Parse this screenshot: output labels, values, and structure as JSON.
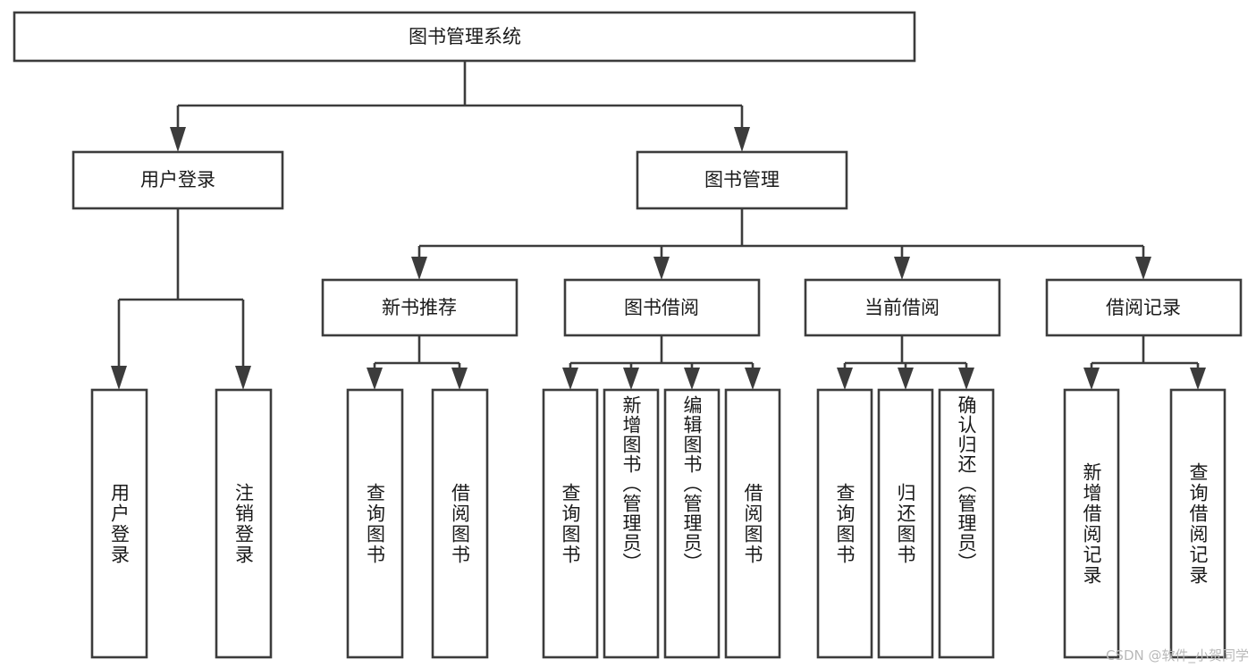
{
  "diagram": {
    "type": "tree",
    "title": "图书管理系统",
    "orientation": "top-down",
    "colors": {
      "box_fill": "#ffffff",
      "box_stroke": "#3c3c3c",
      "text": "#1a1a1a",
      "background": "#ffffff",
      "watermark": "#b9b9b9"
    },
    "root": {
      "label": "图书管理系统"
    },
    "level2": [
      {
        "label": "用户登录"
      },
      {
        "label": "图书管理"
      }
    ],
    "level3": [
      {
        "label": "新书推荐"
      },
      {
        "label": "图书借阅"
      },
      {
        "label": "当前借阅"
      },
      {
        "label": "借阅记录"
      }
    ],
    "leaves": {
      "user_login": [
        {
          "label": "用户登录"
        },
        {
          "label": "注销登录"
        }
      ],
      "new_book": [
        {
          "label": "查询图书"
        },
        {
          "label": "借阅图书"
        }
      ],
      "book_borrow": [
        {
          "label": "查询图书"
        },
        {
          "label": "新增图书（管理员）"
        },
        {
          "label": "编辑图书（管理员）"
        },
        {
          "label": "借阅图书"
        }
      ],
      "current_borrow": [
        {
          "label": "查询图书"
        },
        {
          "label": "归还图书"
        },
        {
          "label": "确认归还（管理员）"
        }
      ],
      "borrow_record": [
        {
          "label": "新增借阅记录"
        },
        {
          "label": "查询借阅记录"
        }
      ]
    }
  },
  "watermark": {
    "text": "CSDN @软件_小贺同学"
  }
}
